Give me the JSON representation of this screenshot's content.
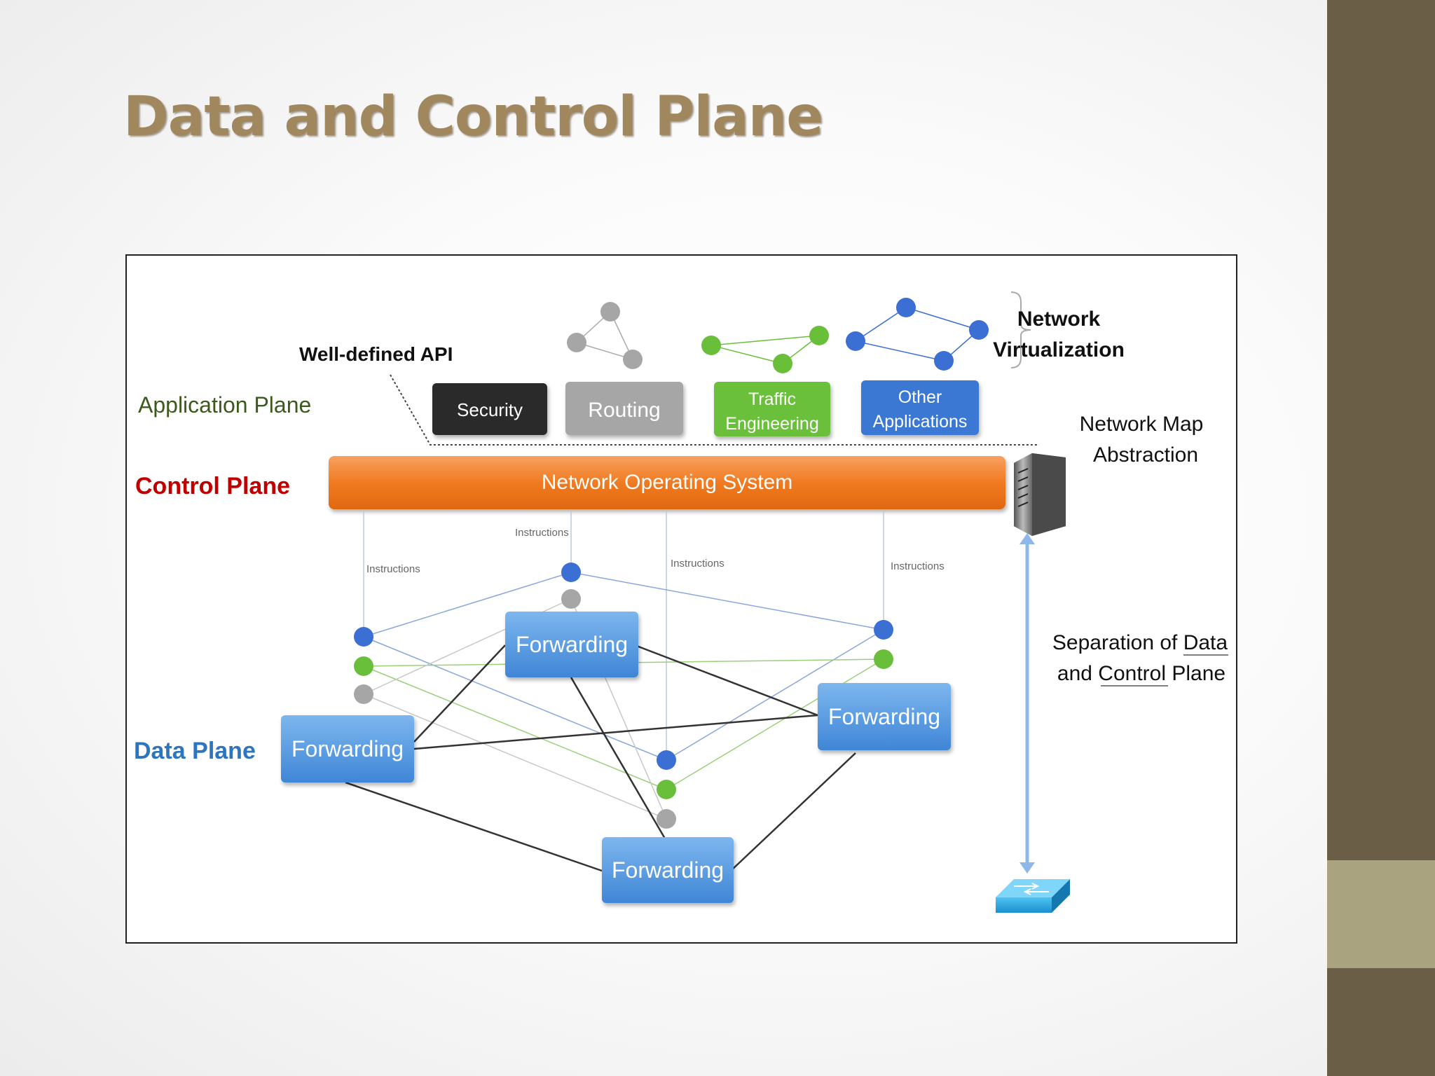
{
  "slide": {
    "title": "Data and Control Plane"
  },
  "diagram": {
    "labels": {
      "well_defined_api": "Well-defined API",
      "application_plane": "Application Plane",
      "control_plane": "Control Plane",
      "data_plane": "Data Plane",
      "network_virtualization_line1": "Network",
      "network_virtualization_line2": "Virtualization",
      "network_map_line1": "Network Map",
      "network_map_line2": "Abstraction",
      "separation_line1": "Separation of Data",
      "separation_line2": "and Control Plane",
      "nos": "Network Operating System",
      "instructions": "Instructions"
    },
    "apps": {
      "security": "Security",
      "routing": "Routing",
      "traffic_line1": "Traffic",
      "traffic_line2": "Engineering",
      "other_line1": "Other",
      "other_line2": "Applications"
    },
    "forwarding_label": "Forwarding",
    "colors": {
      "application_plane": "#3d5a1e",
      "control_plane": "#c00000",
      "data_plane": "#2e75c0",
      "nos_orange": "#f07a21",
      "forwarding_blue": "#5a9de0",
      "node_blue": "#3b6fd4",
      "node_green": "#6abf3a",
      "node_gray": "#a6a6a6",
      "security_box": "#2a2a2a",
      "routing_box": "#a6a6a6",
      "traffic_box": "#6abf3a",
      "other_box": "#3b78d4"
    }
  }
}
